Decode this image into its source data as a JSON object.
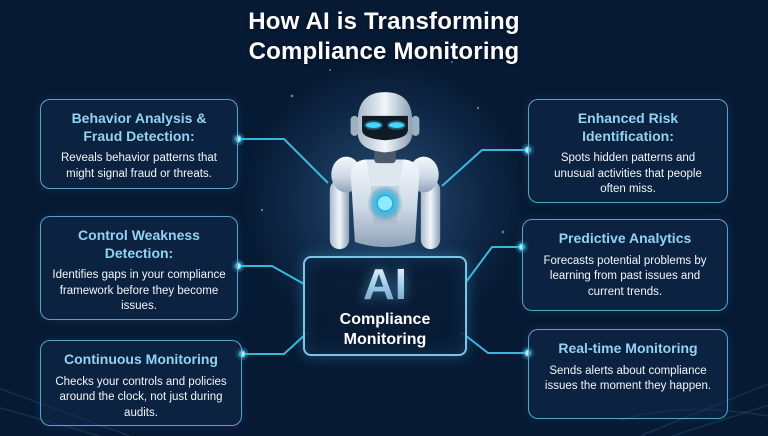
{
  "title": {
    "line1": "How AI is Transforming",
    "line2": "Compliance Monitoring"
  },
  "center": {
    "big_label": "AI",
    "sub_label": "Compliance Monitoring"
  },
  "cards": {
    "left": [
      {
        "heading": "Behavior Analysis & Fraud Detection:",
        "body": "Reveals behavior patterns that might signal fraud or threats."
      },
      {
        "heading": "Control Weakness Detection:",
        "body": "Identifies gaps in your compliance framework before they become issues."
      },
      {
        "heading": "Continuous Monitoring",
        "body": "Checks your controls and policies around the clock, not just during audits."
      }
    ],
    "right": [
      {
        "heading": "Enhanced Risk Identification:",
        "body": "Spots hidden patterns and unusual activities that people often miss."
      },
      {
        "heading": "Predictive Analytics",
        "body": "Forecasts potential problems by learning from past issues and current trends."
      },
      {
        "heading": "Real-time Monitoring",
        "body": "Sends alerts about compliance issues the moment they happen."
      }
    ]
  },
  "colors": {
    "background": "#0b2546",
    "accent": "#3fc9ec",
    "card_border": "#6ec3eb",
    "heading_text": "#93d3f2",
    "body_text": "#f2f7fb",
    "title_text": "#ffffff"
  }
}
